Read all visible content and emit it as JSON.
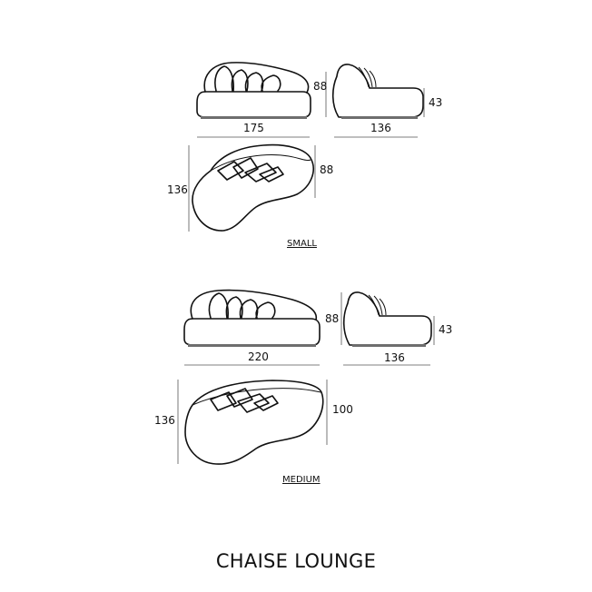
{
  "title": "CHAISE LOUNGE",
  "variants": [
    {
      "label": "SMALL",
      "dims": {
        "front_width": "175",
        "front_height": "88",
        "side_depth": "136",
        "side_seat_height": "43",
        "plan_depth": "136",
        "plan_width": "88"
      }
    },
    {
      "label": "MEDIUM",
      "dims": {
        "front_width": "220",
        "front_height": "88",
        "side_depth": "136",
        "side_seat_height": "43",
        "plan_depth": "136",
        "plan_width": "100"
      }
    }
  ]
}
